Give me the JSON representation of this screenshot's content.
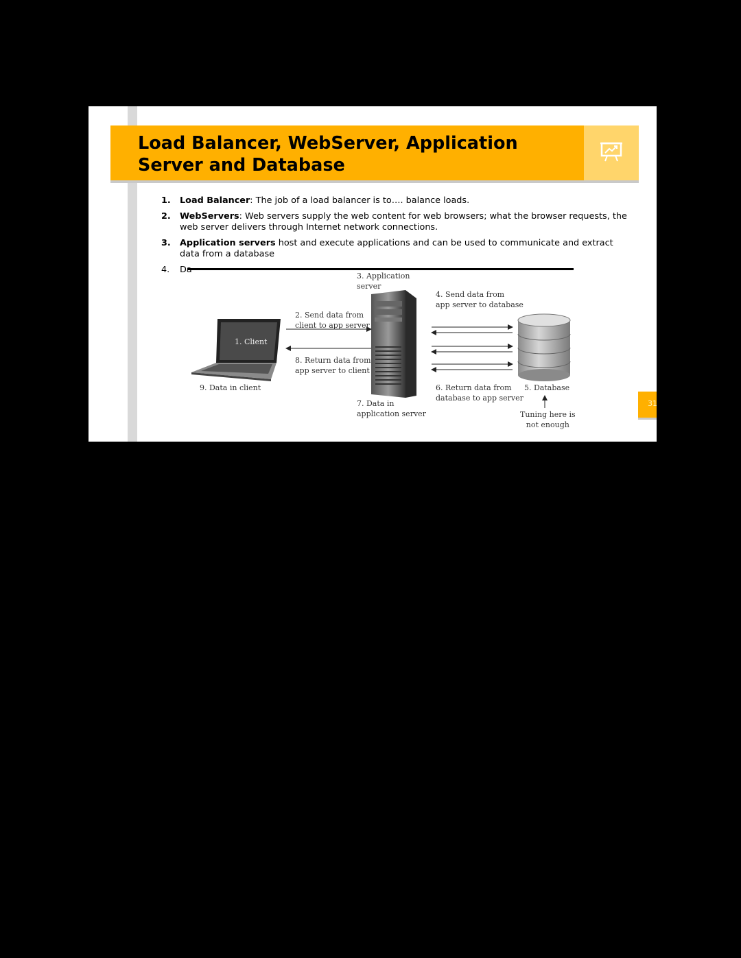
{
  "slide": {
    "title": "Load Balancer, WebServer, Application Server and Database",
    "page_number": "31",
    "items": [
      {
        "num": "1.",
        "term": "Load Balancer",
        "text": ": The job of a load balancer is to…. balance loads."
      },
      {
        "num": "2.",
        "term": "WebServers",
        "text": ": Web servers supply the web content for web browsers; what the browser requests, the web server delivers through Internet network connections."
      },
      {
        "num": "3.",
        "term": "Application servers",
        "text": " host and execute applications and can be used to communicate and extract data from a database"
      },
      {
        "num": "4.",
        "term": "",
        "text": "Da"
      }
    ]
  },
  "diagram": {
    "client_screen": "1. Client",
    "app_server": "3. Application\nserver",
    "send_to_app": "2. Send data from\nclient to app server",
    "return_to_client": "8. Return data from\napp server to client",
    "send_to_db": "4. Send data from\napp server to database",
    "return_to_app": "6. Return data from\ndatabase to app server",
    "database": "5. Database",
    "data_in_client": "9. Data in client",
    "data_in_app": "7. Data in\napplication server",
    "tuning": "Tuning here is\nnot enough"
  },
  "colors": {
    "accent": "#ffb000",
    "accent_light": "#ffd56b"
  },
  "icons": [
    "presentation-chart-icon"
  ]
}
